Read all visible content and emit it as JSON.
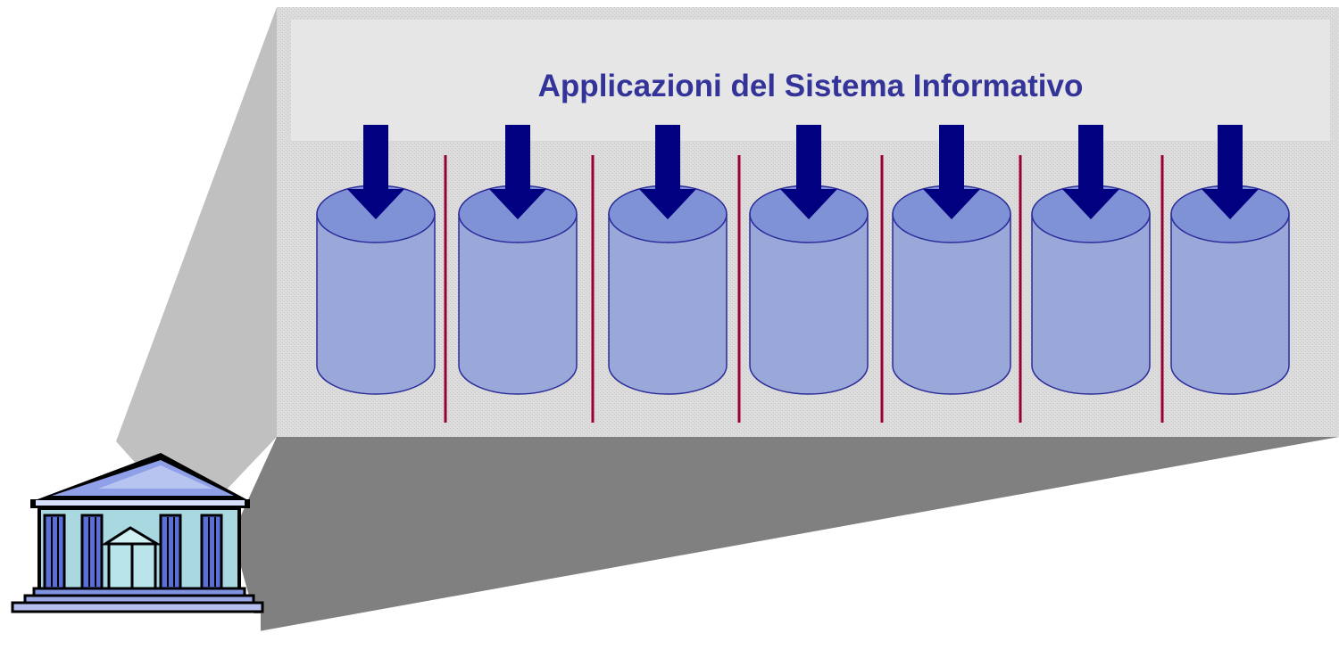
{
  "header": {
    "title": "Applicazioni del Sistema Informativo"
  },
  "diagram": {
    "database_count": 7,
    "separator_count": 6,
    "icons": {
      "building": "building-icon",
      "database": "database-icon",
      "arrow": "arrow-down-icon"
    }
  },
  "colors": {
    "title": "#333399",
    "panel": "#dcdcdc",
    "title_band": "#e6e6e6",
    "cylinder_body": "#99a8d9",
    "cylinder_top": "#7f92d6",
    "cylinder_stroke": "#2a2a99",
    "arrow": "#000080",
    "separator": "#990033",
    "side_wedge": "#c0c0c0",
    "bottom_wedge": "#808080"
  }
}
